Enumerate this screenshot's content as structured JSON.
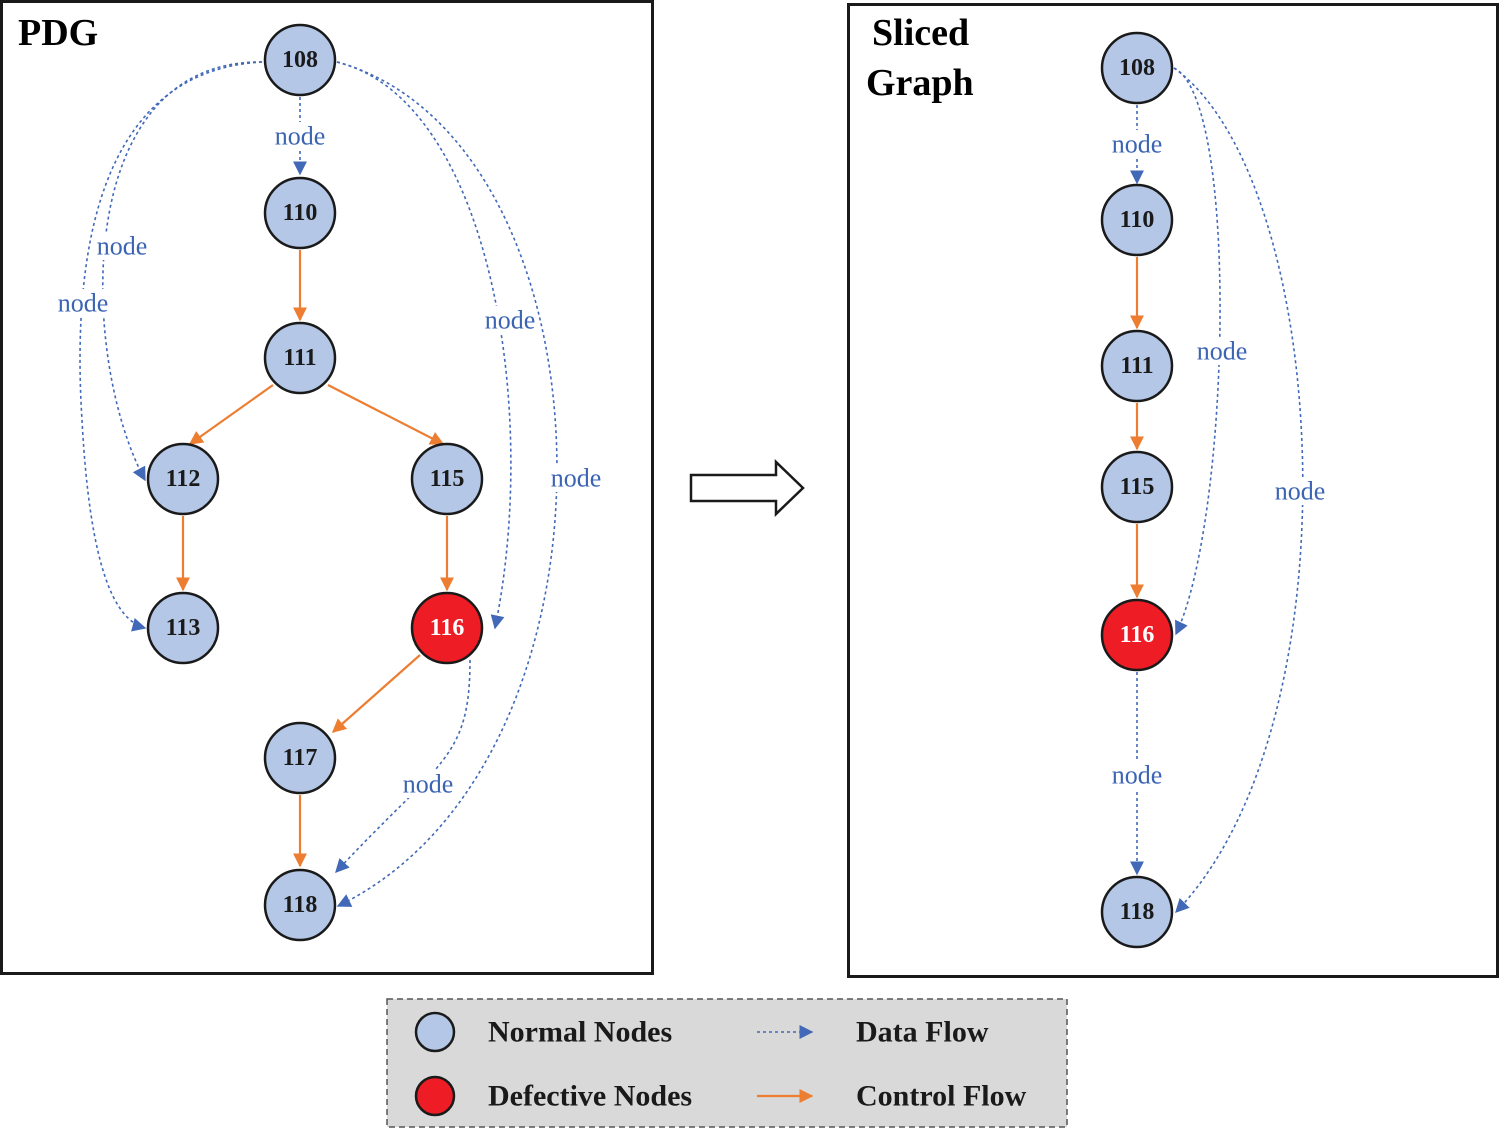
{
  "colors": {
    "normal_fill": "#b4c7e7",
    "defective_fill": "#ee1c24",
    "data_flow": "#4169b8",
    "control_flow": "#ed7d31",
    "legend_bg": "#d9d9d9"
  },
  "pdg": {
    "title": "PDG",
    "nodes": [
      {
        "id": "108",
        "label": "108",
        "kind": "normal"
      },
      {
        "id": "110",
        "label": "110",
        "kind": "normal"
      },
      {
        "id": "111",
        "label": "111",
        "kind": "normal"
      },
      {
        "id": "112",
        "label": "112",
        "kind": "normal"
      },
      {
        "id": "113",
        "label": "113",
        "kind": "normal"
      },
      {
        "id": "115",
        "label": "115",
        "kind": "normal"
      },
      {
        "id": "116",
        "label": "116",
        "kind": "defective"
      },
      {
        "id": "117",
        "label": "117",
        "kind": "normal"
      },
      {
        "id": "118",
        "label": "118",
        "kind": "normal"
      }
    ],
    "edges": [
      {
        "from": "108",
        "to": "110",
        "type": "data",
        "label": "node"
      },
      {
        "from": "108",
        "to": "112",
        "type": "data",
        "label": "node"
      },
      {
        "from": "108",
        "to": "113",
        "type": "data",
        "label": "node"
      },
      {
        "from": "108",
        "to": "116",
        "type": "data",
        "label": "node"
      },
      {
        "from": "108",
        "to": "118",
        "type": "data",
        "label": "node"
      },
      {
        "from": "116",
        "to": "118",
        "type": "data",
        "label": "node"
      },
      {
        "from": "110",
        "to": "111",
        "type": "control",
        "label": ""
      },
      {
        "from": "111",
        "to": "112",
        "type": "control",
        "label": ""
      },
      {
        "from": "111",
        "to": "115",
        "type": "control",
        "label": ""
      },
      {
        "from": "112",
        "to": "113",
        "type": "control",
        "label": ""
      },
      {
        "from": "115",
        "to": "116",
        "type": "control",
        "label": ""
      },
      {
        "from": "116",
        "to": "117",
        "type": "control",
        "label": ""
      },
      {
        "from": "117",
        "to": "118",
        "type": "control",
        "label": ""
      }
    ]
  },
  "sliced": {
    "title_line1": "Sliced",
    "title_line2": "Graph",
    "nodes": [
      {
        "id": "108",
        "label": "108",
        "kind": "normal"
      },
      {
        "id": "110",
        "label": "110",
        "kind": "normal"
      },
      {
        "id": "111",
        "label": "111",
        "kind": "normal"
      },
      {
        "id": "115",
        "label": "115",
        "kind": "normal"
      },
      {
        "id": "116",
        "label": "116",
        "kind": "defective"
      },
      {
        "id": "118",
        "label": "118",
        "kind": "normal"
      }
    ],
    "edges": [
      {
        "from": "108",
        "to": "110",
        "type": "data",
        "label": "node"
      },
      {
        "from": "108",
        "to": "116",
        "type": "data",
        "label": "node"
      },
      {
        "from": "108",
        "to": "118",
        "type": "data",
        "label": "node"
      },
      {
        "from": "116",
        "to": "118",
        "type": "data",
        "label": "node"
      },
      {
        "from": "110",
        "to": "111",
        "type": "control",
        "label": ""
      },
      {
        "from": "111",
        "to": "115",
        "type": "control",
        "label": ""
      },
      {
        "from": "115",
        "to": "116",
        "type": "control",
        "label": ""
      }
    ]
  },
  "legend": {
    "normal_nodes": "Normal Nodes",
    "defective_nodes": "Defective Nodes",
    "data_flow": "Data Flow",
    "control_flow": "Control Flow"
  }
}
